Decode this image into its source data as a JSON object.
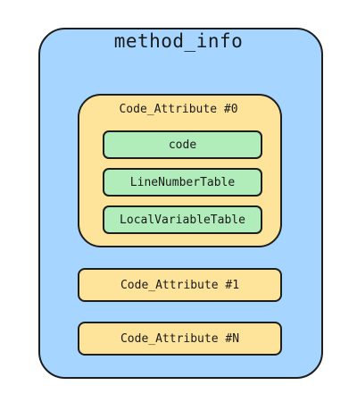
{
  "diagram": {
    "outer": {
      "label": "method_info",
      "fill": "#a6d6ff"
    },
    "code_attribute_0": {
      "label": "Code_Attribute #0",
      "fill": "#fde49a",
      "children": [
        {
          "label": "code",
          "fill": "#b1ecbb"
        },
        {
          "label": "LineNumberTable",
          "fill": "#b1ecbb"
        },
        {
          "label": "LocalVariableTable",
          "fill": "#b1ecbb"
        }
      ]
    },
    "code_attribute_1": {
      "label": "Code_Attribute #1",
      "fill": "#fde49a"
    },
    "code_attribute_n": {
      "label": "Code_Attribute #N",
      "fill": "#fde49a"
    }
  }
}
